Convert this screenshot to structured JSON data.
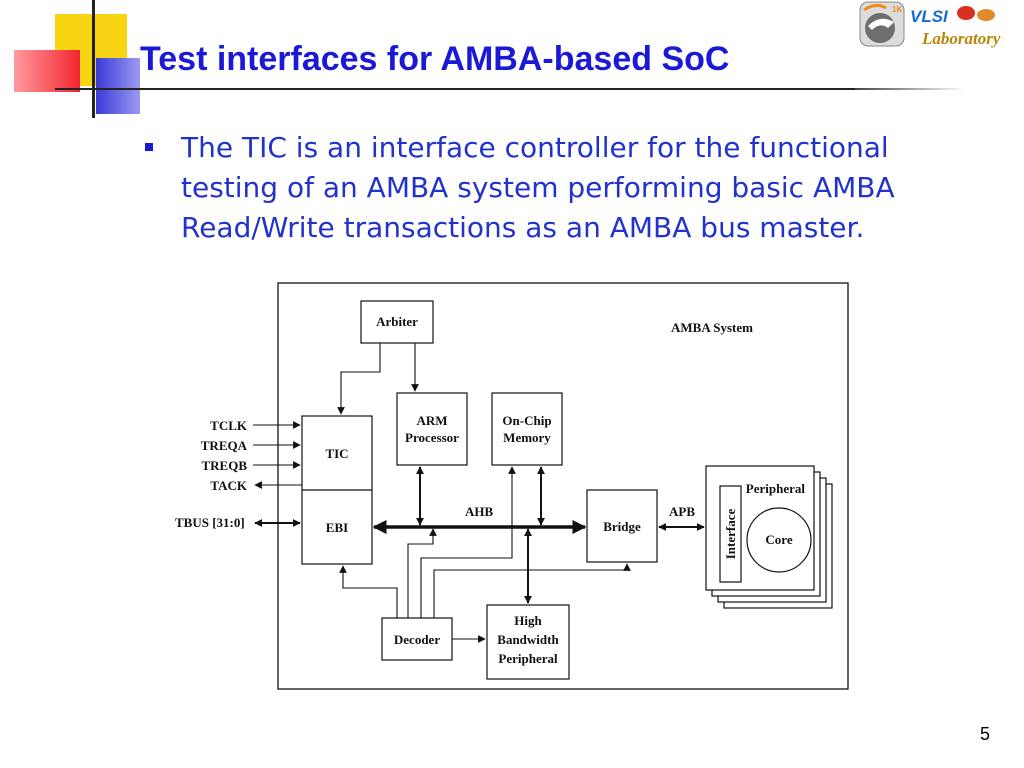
{
  "slide": {
    "title": "Test interfaces for AMBA-based SoC",
    "bullet": "The TIC is an interface controller for the functional testing of an AMBA system performing basic AMBA Read/Write transactions as an AMBA bus master.",
    "page_number": "5",
    "accent_color": "#1a1ad6"
  },
  "logo": {
    "word1": "VLSI",
    "word2": "Laboratory",
    "badge": "1K"
  },
  "diagram": {
    "system_label": "AMBA System",
    "blocks": {
      "arbiter": "Arbiter",
      "arm": [
        "ARM",
        "Processor"
      ],
      "onchip": [
        "On-Chip",
        "Memory"
      ],
      "tic": "TIC",
      "ebi": "EBI",
      "bridge": "Bridge",
      "decoder": "Decoder",
      "hbp": [
        "High",
        "Bandwidth",
        "Peripheral"
      ],
      "peripheral": "Peripheral",
      "interface": "Interface",
      "core": "Core"
    },
    "signals": [
      "TCLK",
      "TREQA",
      "TREQB",
      "TACK"
    ],
    "tbus": "TBUS [31:0]",
    "bus_labels": {
      "ahb": "AHB",
      "apb": "APB"
    }
  }
}
